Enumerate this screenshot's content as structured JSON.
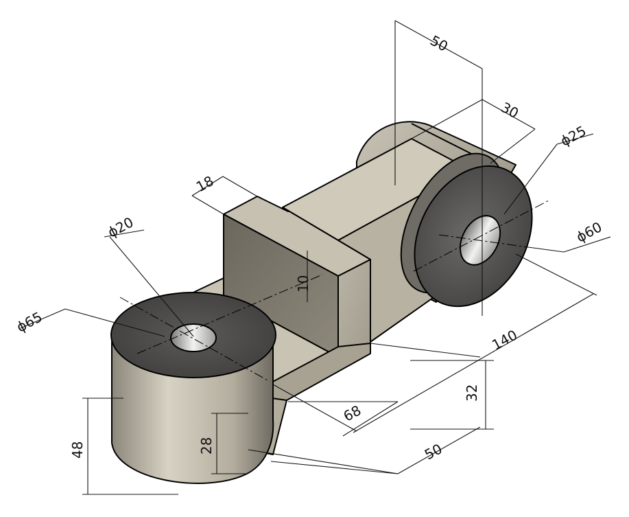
{
  "dimensions": {
    "d50_top": "50",
    "d30": "30",
    "d25": "ϕ25",
    "d60": "ϕ60",
    "d18": "18",
    "d20": "ϕ20",
    "d65": "ϕ65",
    "d10": "10",
    "d140": "140",
    "d32": "32",
    "d68": "68",
    "d50_bottom": "50",
    "d28": "28",
    "d48": "48"
  },
  "colors": {
    "metal_light": "#c9c4b5",
    "metal_mid": "#a8a292",
    "metal_dark": "#6e6a60",
    "face_dark": "#4e4d4c",
    "bore": "#e8e8e8",
    "line": "#000000"
  }
}
